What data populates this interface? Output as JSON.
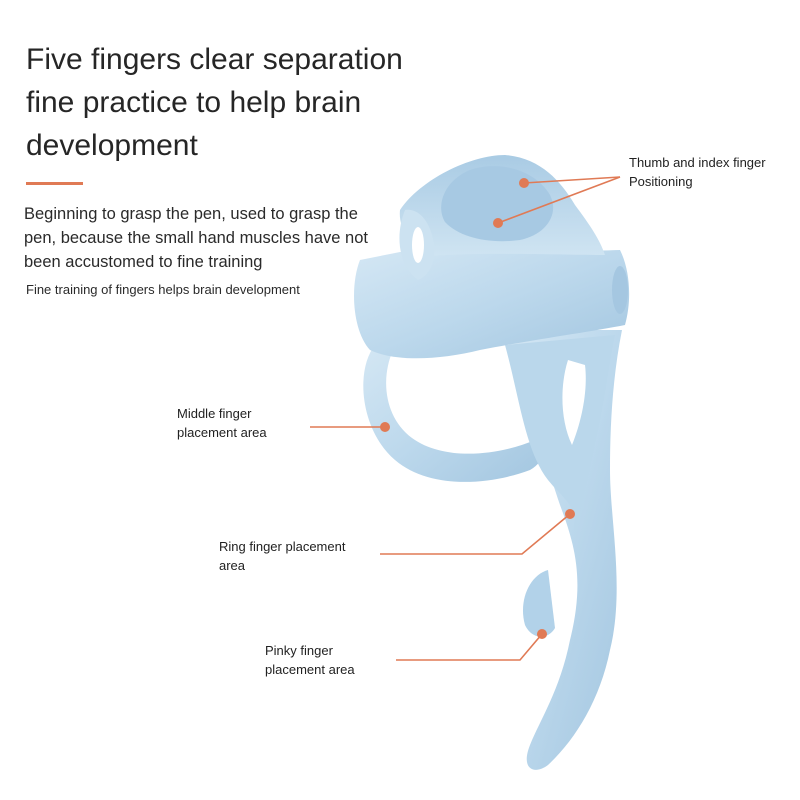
{
  "headline": {
    "lines": [
      "Five fingers clear separation",
      "fine practice to help brain",
      "development"
    ]
  },
  "description": {
    "lines": [
      "Beginning to grasp the pen, used to grasp the",
      "pen, because the small hand muscles have not",
      "been accustomed to fine training"
    ]
  },
  "description_small": "Fine training of fingers helps brain development",
  "callouts": {
    "thumb": [
      "Thumb and index finger",
      "Positioning"
    ],
    "middle": [
      "Middle finger",
      "placement area"
    ],
    "ring": [
      "Ring finger placement",
      "area"
    ],
    "pinky": [
      "Pinky finger",
      "placement area"
    ]
  },
  "colors": {
    "accent": "#e07a55",
    "product": "#bcd8ec",
    "product_shadow": "#9fc3df",
    "product_highlight": "#d9eaf6",
    "text": "#262626"
  }
}
